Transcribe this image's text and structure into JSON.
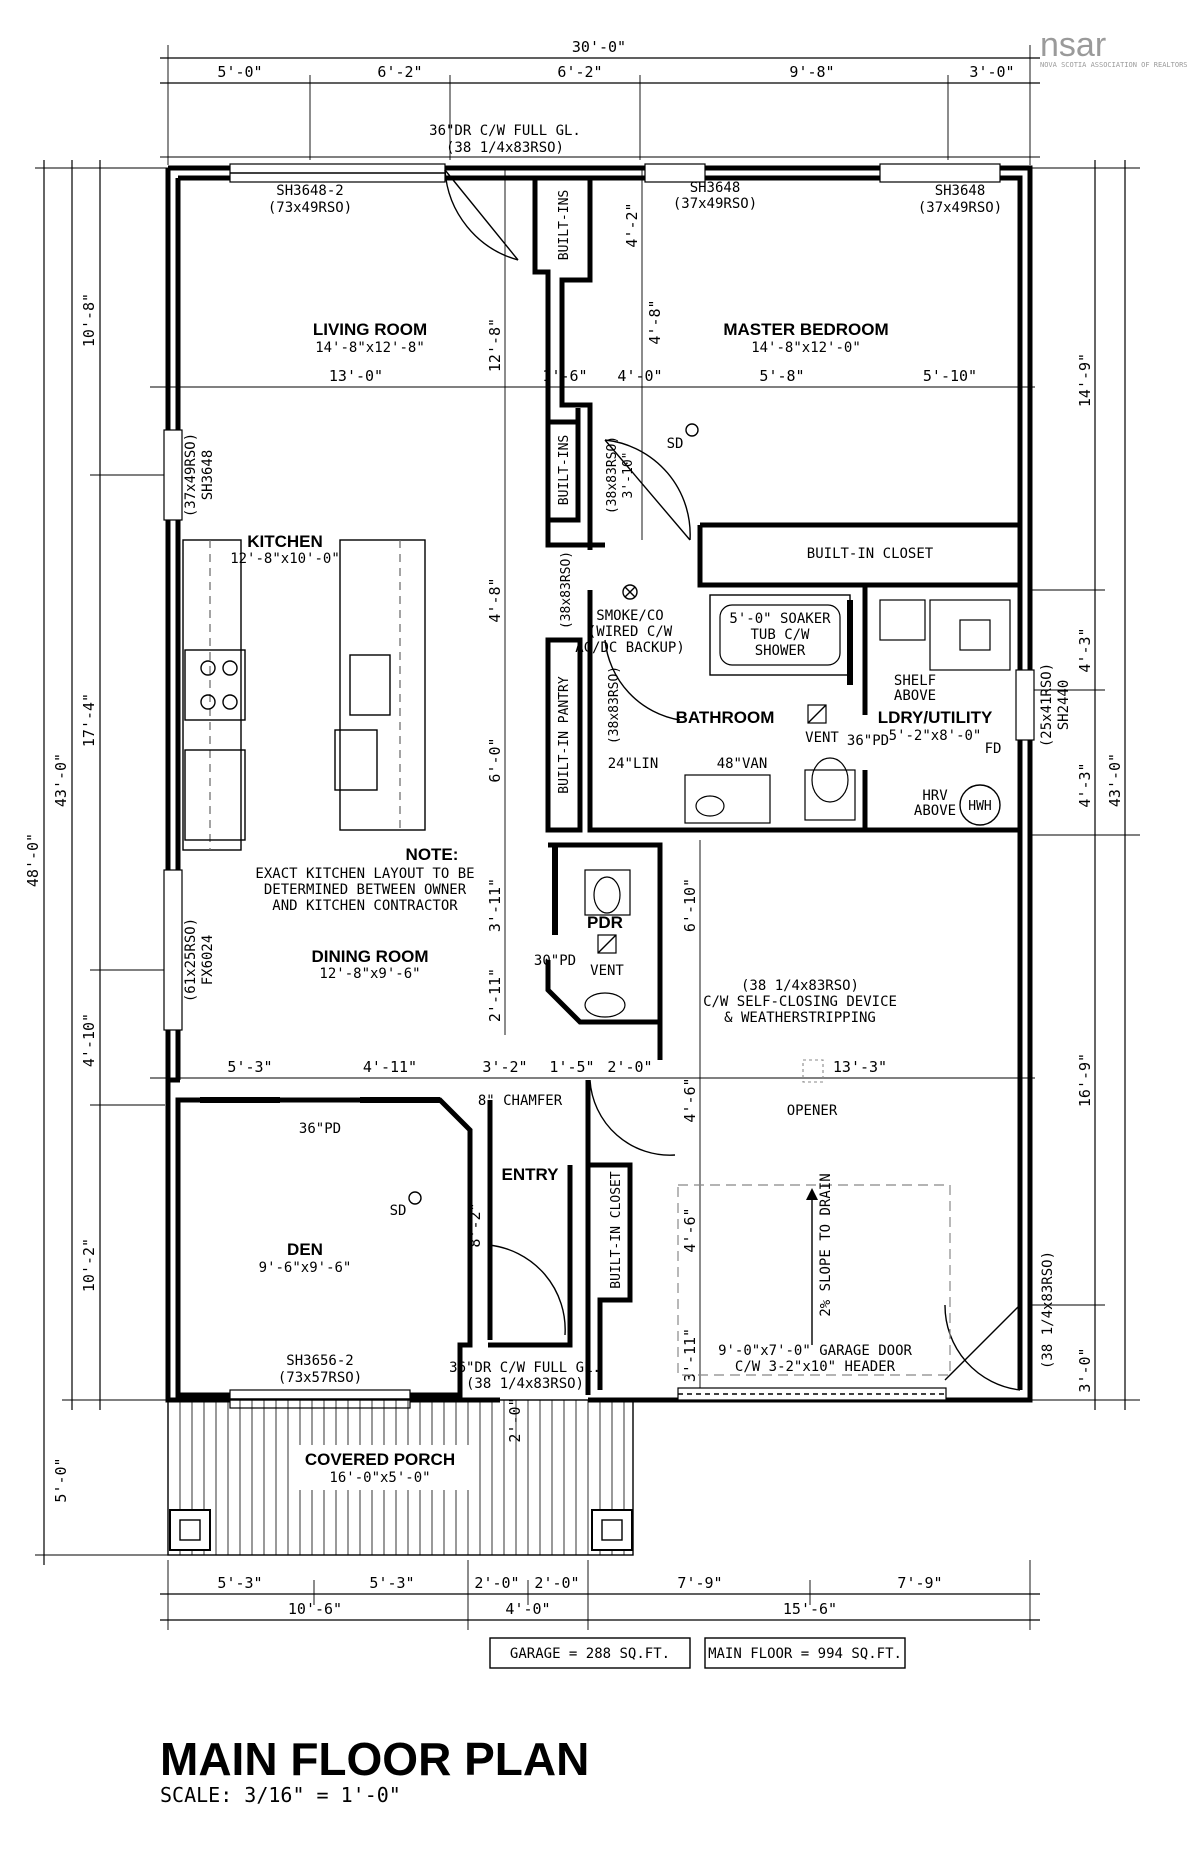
{
  "logo": {
    "mark": "nsar",
    "sub": "NOVA SCOTIA ASSOCIATION OF REALTORS"
  },
  "title": "MAIN FLOOR PLAN",
  "scale": "SCALE: 3/16\" = 1'-0\"",
  "areas": {
    "garage": "GARAGE = 288 SQ.FT.",
    "main": "MAIN FLOOR = 994 SQ.FT."
  },
  "dims": {
    "top_total": "30'-0\"",
    "top": [
      "5'-0\"",
      "6'-2\"",
      "6'-2\"",
      "9'-8\"",
      "3'-0\""
    ],
    "left_total": "48'-0\"",
    "left_mid": "43'-0\"",
    "left": [
      "10'-8\"",
      "17'-4\"",
      "4'-10\"",
      "10'-2\"",
      "5'-0\""
    ],
    "right_total": "43'-0\"",
    "right": [
      "14'-9\"",
      "4'-3\"",
      "4'-3\"",
      "16'-9\"",
      "3'-0\""
    ],
    "bottom": [
      "5'-3\"",
      "5'-3\"",
      "2'-0\"",
      "2'-0\"",
      "7'-9\"",
      "7'-9\""
    ],
    "bottom2": [
      "10'-6\"",
      "4'-0\"",
      "15'-6\""
    ],
    "row1": [
      "13'-0\"",
      "1'-6\"",
      "4'-0\"",
      "5'-8\"",
      "5'-10\""
    ],
    "row2": [
      "5'-3\"",
      "4'-11\"",
      "3'-2\"",
      "1'-5\"",
      "2'-0\"",
      "13'-3\""
    ],
    "v_center": [
      "12'-8\"",
      "4'-8\"",
      "6'-0\"",
      "3'-11\"",
      "2'-11\""
    ],
    "v_hall": [
      "4'-2\"",
      "4'-8\"",
      "3'-10\""
    ],
    "v_garage": [
      "6'-10\"",
      "4'-6\"",
      "4'-6\"",
      "3'-11\""
    ],
    "porch_gap": "2'-0\"",
    "entry": "8'-2\""
  },
  "rooms": {
    "living": {
      "name": "LIVING ROOM",
      "size": "14'-8\"x12'-8\""
    },
    "master": {
      "name": "MASTER BEDROOM",
      "size": "14'-8\"x12'-0\""
    },
    "kitchen": {
      "name": "KITCHEN",
      "size": "12'-8\"x10'-0\""
    },
    "bathroom": {
      "name": "BATHROOM"
    },
    "laundry": {
      "name": "LDRY/UTILITY",
      "size": "5'-2\"x8'-0\""
    },
    "pdr": {
      "name": "PDR"
    },
    "dining": {
      "name": "DINING ROOM",
      "size": "12'-8\"x9'-6\""
    },
    "entry": {
      "name": "ENTRY"
    },
    "den": {
      "name": "DEN",
      "size": "9'-6\"x9'-6\""
    },
    "porch": {
      "name": "COVERED PORCH",
      "size": "16'-0\"x5'-0\""
    }
  },
  "notes": {
    "front_door": [
      "36\"DR C/W FULL GL.",
      "(38 1/4x83RSO)"
    ],
    "win_living": [
      "SH3648-2",
      "(73x49RSO)"
    ],
    "win_master1": [
      "SH3648",
      "(37x49RSO)"
    ],
    "win_master2": [
      "SH3648",
      "(37x49RSO)"
    ],
    "win_kitchen": [
      "(37x49RSO)",
      "SH3648"
    ],
    "win_dining": [
      "(61x25RSO)",
      "FX6024"
    ],
    "win_laundry": [
      "(25x41RSO)",
      "SH2440"
    ],
    "win_den": [
      "SH3656-2",
      "(73x57RSO)"
    ],
    "builtins1": "BUILT-INS",
    "builtins2": "BUILT-INS",
    "pantry": "BUILT-IN PANTRY",
    "closet_master": "BUILT-IN CLOSET",
    "closet_entry": "BUILT-IN CLOSET",
    "door_rso1": [
      "(38x83RSO)",
      "3'-10\""
    ],
    "door_rso2": "(38x83RSO)",
    "door_rso3": "(38x83RSO)",
    "sd1": "SD",
    "sd2": "SD",
    "smoke": [
      "SMOKE/CO",
      "(WIRED C/W",
      "AC/DC BACKUP)"
    ],
    "tub": [
      "5'-0\" SOAKER",
      "TUB C/W",
      "SHOWER"
    ],
    "shelf": [
      "SHELF",
      "ABOVE"
    ],
    "vent1": "VENT",
    "vent2": "VENT",
    "pd36": "36\"PD",
    "pd30": "30\"PD",
    "pd36den": "36\"PD",
    "lin": "24\"LIN",
    "van": "48\"VAN",
    "fd": "FD",
    "hrv": [
      "HRV",
      "ABOVE"
    ],
    "hwh": "HWH",
    "kitchen_note": [
      "NOTE:",
      "EXACT KITCHEN LAYOUT TO BE",
      "DETERMINED BETWEEN OWNER",
      "AND KITCHEN CONTRACTOR"
    ],
    "garage_door_int": [
      "(38 1/4x83RSO)",
      "C/W SELF-CLOSING DEVICE",
      "& WEATHERSTRIPPING"
    ],
    "opener": "OPENER",
    "chamfer": "8\" CHAMFER",
    "slope": "2% SLOPE TO DRAIN",
    "garage_door": [
      "9'-0\"x7'-0\" GARAGE DOOR",
      "C/W 3-2\"x10\" HEADER"
    ],
    "side_door": "(38 1/4x83RSO)",
    "entry_door": [
      "36\"DR C/W FULL GL.",
      "(38 1/4x83RSO)"
    ]
  }
}
